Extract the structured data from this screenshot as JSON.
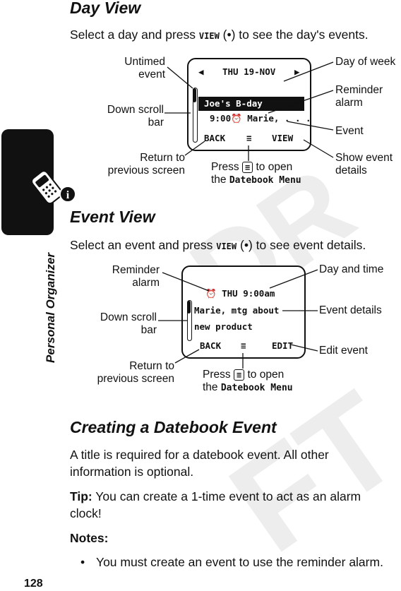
{
  "page_number": "128",
  "side_tab": {
    "label": "Personal Organizer",
    "icon": "phone-info-icon"
  },
  "watermark": "DRAFT",
  "day_view": {
    "heading": "Day View",
    "intro_before": "Select a day and press ",
    "intro_key": "VIEW",
    "intro_after": " (•) to see the day's events.",
    "screen": {
      "date": "THU 19-NOV",
      "event_title": "Joe's B-day",
      "event_line": "9:00",
      "event_line_after": " Marie, . . .",
      "soft_left": "BACK",
      "soft_right": "VIEW"
    },
    "callouts": {
      "untimed": "Untimed\nevent",
      "down_scroll": "Down scroll\nbar",
      "return": "Return to\nprevious screen",
      "day_of_week": "Day of week",
      "reminder": "Reminder\nalarm",
      "event": "Event",
      "show_details": "Show event\ndetails",
      "press_before": "Press ",
      "press_after": " to open",
      "press_the": "the ",
      "menu_name": "Datebook Menu"
    }
  },
  "event_view": {
    "heading": "Event View",
    "intro_before": "Select an event and press ",
    "intro_key": "VIEW",
    "intro_after": " (•) to see event details.",
    "screen": {
      "datetime": "THU 9:00am",
      "detail_line1": "Marie, mtg  about",
      "detail_line2": "new product",
      "soft_left": "BACK",
      "soft_right": "EDIT"
    },
    "callouts": {
      "reminder": "Reminder\nalarm",
      "down_scroll": "Down scroll\nbar",
      "return": "Return to\nprevious screen",
      "day_time": "Day and time",
      "event_details": "Event details",
      "edit_event": "Edit event",
      "press_before": "Press ",
      "press_after": " to open",
      "press_the": "the ",
      "menu_name": "Datebook Menu"
    }
  },
  "creating": {
    "heading": "Creating a Datebook Event",
    "para": "A title is required for a datebook event. All other information is optional.",
    "tip_label": "Tip:",
    "tip_text": " You can create a 1-time event to act as an alarm clock!",
    "notes_label": "Notes:",
    "bullet1": "You must create an event to use the reminder alarm."
  }
}
